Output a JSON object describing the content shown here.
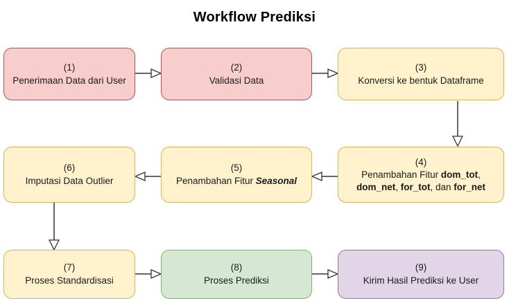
{
  "title": "Workflow Prediksi",
  "palette": {
    "pink_fill": "#f8cecc",
    "pink_stroke": "#b85450",
    "yellow_fill": "#fff2cc",
    "yellow_stroke": "#d6b656",
    "green_fill": "#d5e8d4",
    "green_stroke": "#82b366",
    "purple_fill": "#e1d5e7",
    "purple_stroke": "#9673a6",
    "edge_stroke": "#333333",
    "text": "#1a1a1a",
    "background": "#ffffff"
  },
  "nodes": [
    {
      "id": "n1",
      "number": "(1)",
      "label": "Penerimaan Data dari User",
      "color": "pink"
    },
    {
      "id": "n2",
      "number": "(2)",
      "label": "Validasi Data",
      "color": "pink"
    },
    {
      "id": "n3",
      "number": "(3)",
      "label": "Konversi ke bentuk Dataframe",
      "color": "yellow"
    },
    {
      "id": "n4",
      "number": "(4)",
      "label": "Penambahan Fitur dom_tot, dom_net, for_tot, dan for_net",
      "color": "yellow"
    },
    {
      "id": "n5",
      "number": "(5)",
      "label": "Penambahan Fitur Seasonal",
      "color": "yellow"
    },
    {
      "id": "n6",
      "number": "(6)",
      "label": "Imputasi Data Outlier",
      "color": "yellow"
    },
    {
      "id": "n7",
      "number": "(7)",
      "label": "Proses Standardisasi",
      "color": "yellow"
    },
    {
      "id": "n8",
      "number": "(8)",
      "label": "Proses Prediksi",
      "color": "green"
    },
    {
      "id": "n9",
      "number": "(9)",
      "label": "Kirim Hasil Prediksi ke User",
      "color": "purple"
    }
  ],
  "edges": [
    {
      "id": "e1",
      "from": "n1",
      "to": "n2",
      "direction": "right"
    },
    {
      "id": "e2",
      "from": "n2",
      "to": "n3",
      "direction": "right"
    },
    {
      "id": "e3",
      "from": "n3",
      "to": "n4",
      "direction": "down"
    },
    {
      "id": "e4",
      "from": "n4",
      "to": "n5",
      "direction": "left"
    },
    {
      "id": "e5",
      "from": "n5",
      "to": "n6",
      "direction": "left"
    },
    {
      "id": "e6",
      "from": "n6",
      "to": "n7",
      "direction": "down"
    },
    {
      "id": "e7",
      "from": "n7",
      "to": "n8",
      "direction": "right"
    },
    {
      "id": "e8",
      "from": "n8",
      "to": "n9",
      "direction": "right"
    }
  ]
}
